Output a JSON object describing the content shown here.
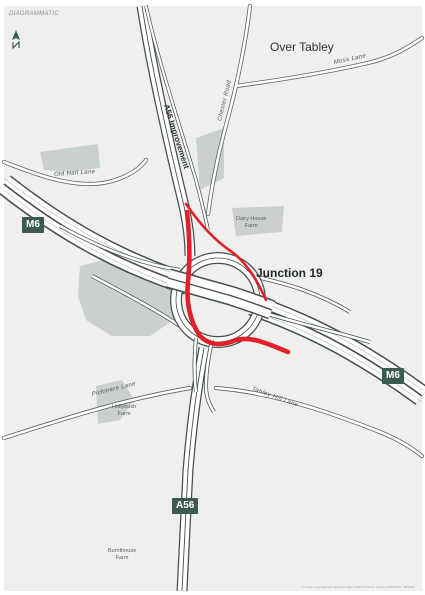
{
  "map": {
    "diagram_label": "DIAGRAMMATIC",
    "place_name": "Over Tabley",
    "junction_label": "Junction 19",
    "improvement_label": "A56 Improvement",
    "roads": {
      "old_hall_lane": "Old Hall Lane",
      "chester_road": "Chester Road",
      "moss_lane": "Moss Lane",
      "pickmere_lane": "Pickmere Lane",
      "tabley_hill_lane": "Tabley Hill Lane"
    },
    "farms": {
      "dairy_house": "Dairy House\nFarm",
      "hollybush": "Hollybush\nFarm",
      "burnthouse": "Burnthouse\nFarm"
    },
    "shields": {
      "m6_west": "M6",
      "m6_east": "M6",
      "a56_south": "A56"
    },
    "copyright": "© Crown copyright and database rights 2018 Ordnance Survey 100030649 - MN0290",
    "colors": {
      "background": "#efefed",
      "woodland": "#c9d0ce",
      "road_casing": "#44504c",
      "road_fill": "#ffffff",
      "improvement": "#e0202a",
      "shield": "#3b5a52"
    },
    "icons": {
      "north_arrow": "north-arrow-icon"
    }
  }
}
